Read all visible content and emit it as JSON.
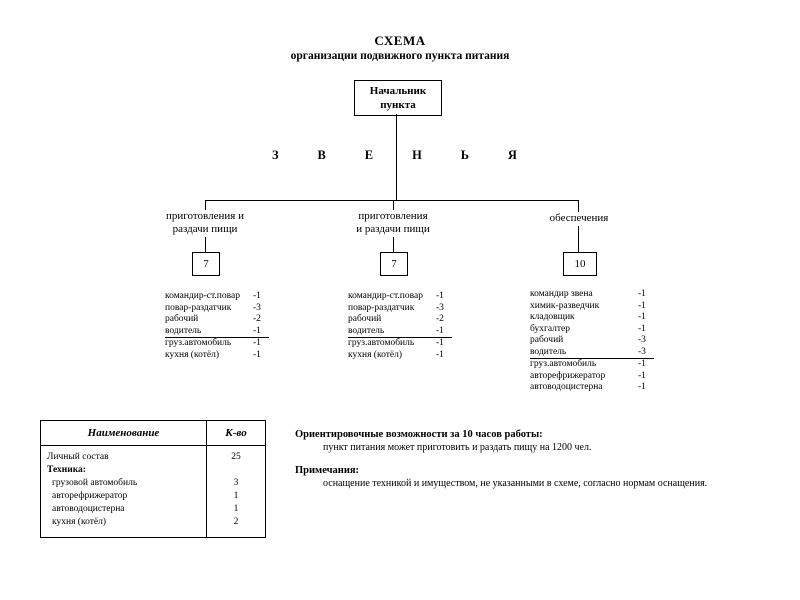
{
  "title": {
    "line1": "СХЕМА",
    "line2": "организации подвижного пункта питания"
  },
  "root": {
    "line1": "Начальник",
    "line2": "пункта"
  },
  "zvenya": [
    "З",
    "В",
    "Е",
    "Н",
    "Ь",
    "Я"
  ],
  "branches": [
    {
      "label1": "приготовления и",
      "label2": "раздачи пищи",
      "count": "7",
      "staff": [
        {
          "name": "командир-ст.повар",
          "qty": "-1"
        },
        {
          "name": "повар-раздатчик",
          "qty": "-3"
        },
        {
          "name": "рабочий",
          "qty": "-2"
        },
        {
          "name": "водитель",
          "qty": "-1"
        },
        {
          "name": "груз.автомобиль",
          "qty": "-1"
        },
        {
          "name": "кухня (котёл)",
          "qty": "-1"
        }
      ]
    },
    {
      "label1": "приготовления",
      "label2": "и раздачи пищи",
      "count": "7",
      "staff": [
        {
          "name": "командир-ст.повар",
          "qty": "-1"
        },
        {
          "name": "повар-раздатчик",
          "qty": "-3"
        },
        {
          "name": "рабочий",
          "qty": "-2"
        },
        {
          "name": "водитель",
          "qty": "-1"
        },
        {
          "name": "груз.автомобиль",
          "qty": "-1"
        },
        {
          "name": "кухня (котёл)",
          "qty": "-1"
        }
      ]
    },
    {
      "label1": "обеспечения",
      "label2": "",
      "count": "10",
      "staff": [
        {
          "name": "командир звена",
          "qty": "-1"
        },
        {
          "name": "химик-разведчик",
          "qty": "-1"
        },
        {
          "name": "кладовщик",
          "qty": "-1"
        },
        {
          "name": "бухгалтер",
          "qty": "-1"
        },
        {
          "name": "рабочий",
          "qty": "-3"
        },
        {
          "name": "водитель",
          "qty": "-3"
        },
        {
          "name": "груз.автомобиль",
          "qty": "-1"
        },
        {
          "name": "авторефрижератор",
          "qty": "-1"
        },
        {
          "name": "автоводоцистерна",
          "qty": "-1"
        }
      ]
    }
  ],
  "table": {
    "header_name": "Наименование",
    "header_qty": "К-во",
    "rows": [
      {
        "name": "Личный состав",
        "qty": "25"
      },
      {
        "name": "Техника:",
        "qty": ""
      },
      {
        "name": "грузовой автомобиль",
        "qty": "3"
      },
      {
        "name": "авторефрижератор",
        "qty": "1"
      },
      {
        "name": "автоводоцистерна",
        "qty": "1"
      },
      {
        "name": "кухня (котёл)",
        "qty": "2"
      }
    ]
  },
  "notes": {
    "capabilities_title": "Ориентировочные возможности за 10 часов работы:",
    "capabilities_text": "пункт питания может приготовить и раздать пищу на 1200 чел.",
    "remarks_title": "Примечания:",
    "remarks_text": "оснащение техникой и имуществом, не указанными в схеме, согласно нормам оснащения."
  }
}
